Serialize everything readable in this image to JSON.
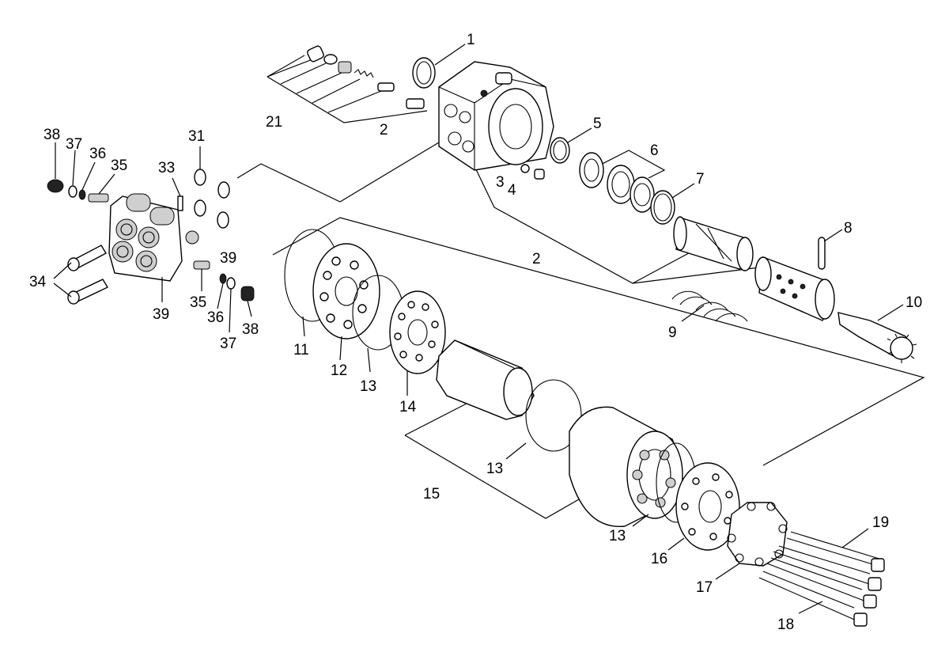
{
  "diagram": {
    "labels": {
      "l1": "1",
      "l2a": "2",
      "l2b": "2",
      "l3": "3",
      "l4": "4",
      "l5": "5",
      "l6": "6",
      "l7": "7",
      "l8": "8",
      "l9": "9",
      "l10": "10",
      "l11": "11",
      "l12": "12",
      "l13a": "13",
      "l13b": "13",
      "l13c": "13",
      "l14": "14",
      "l15": "15",
      "l16": "16",
      "l17": "17",
      "l18": "18",
      "l19": "19",
      "l21": "21",
      "l31": "31",
      "l33": "33",
      "l34": "34",
      "l35a": "35",
      "l35b": "35",
      "l36a": "36",
      "l36b": "36",
      "l37a": "37",
      "l37b": "37",
      "l38a": "38",
      "l38b": "38",
      "l39a": "39",
      "l39b": "39"
    }
  }
}
